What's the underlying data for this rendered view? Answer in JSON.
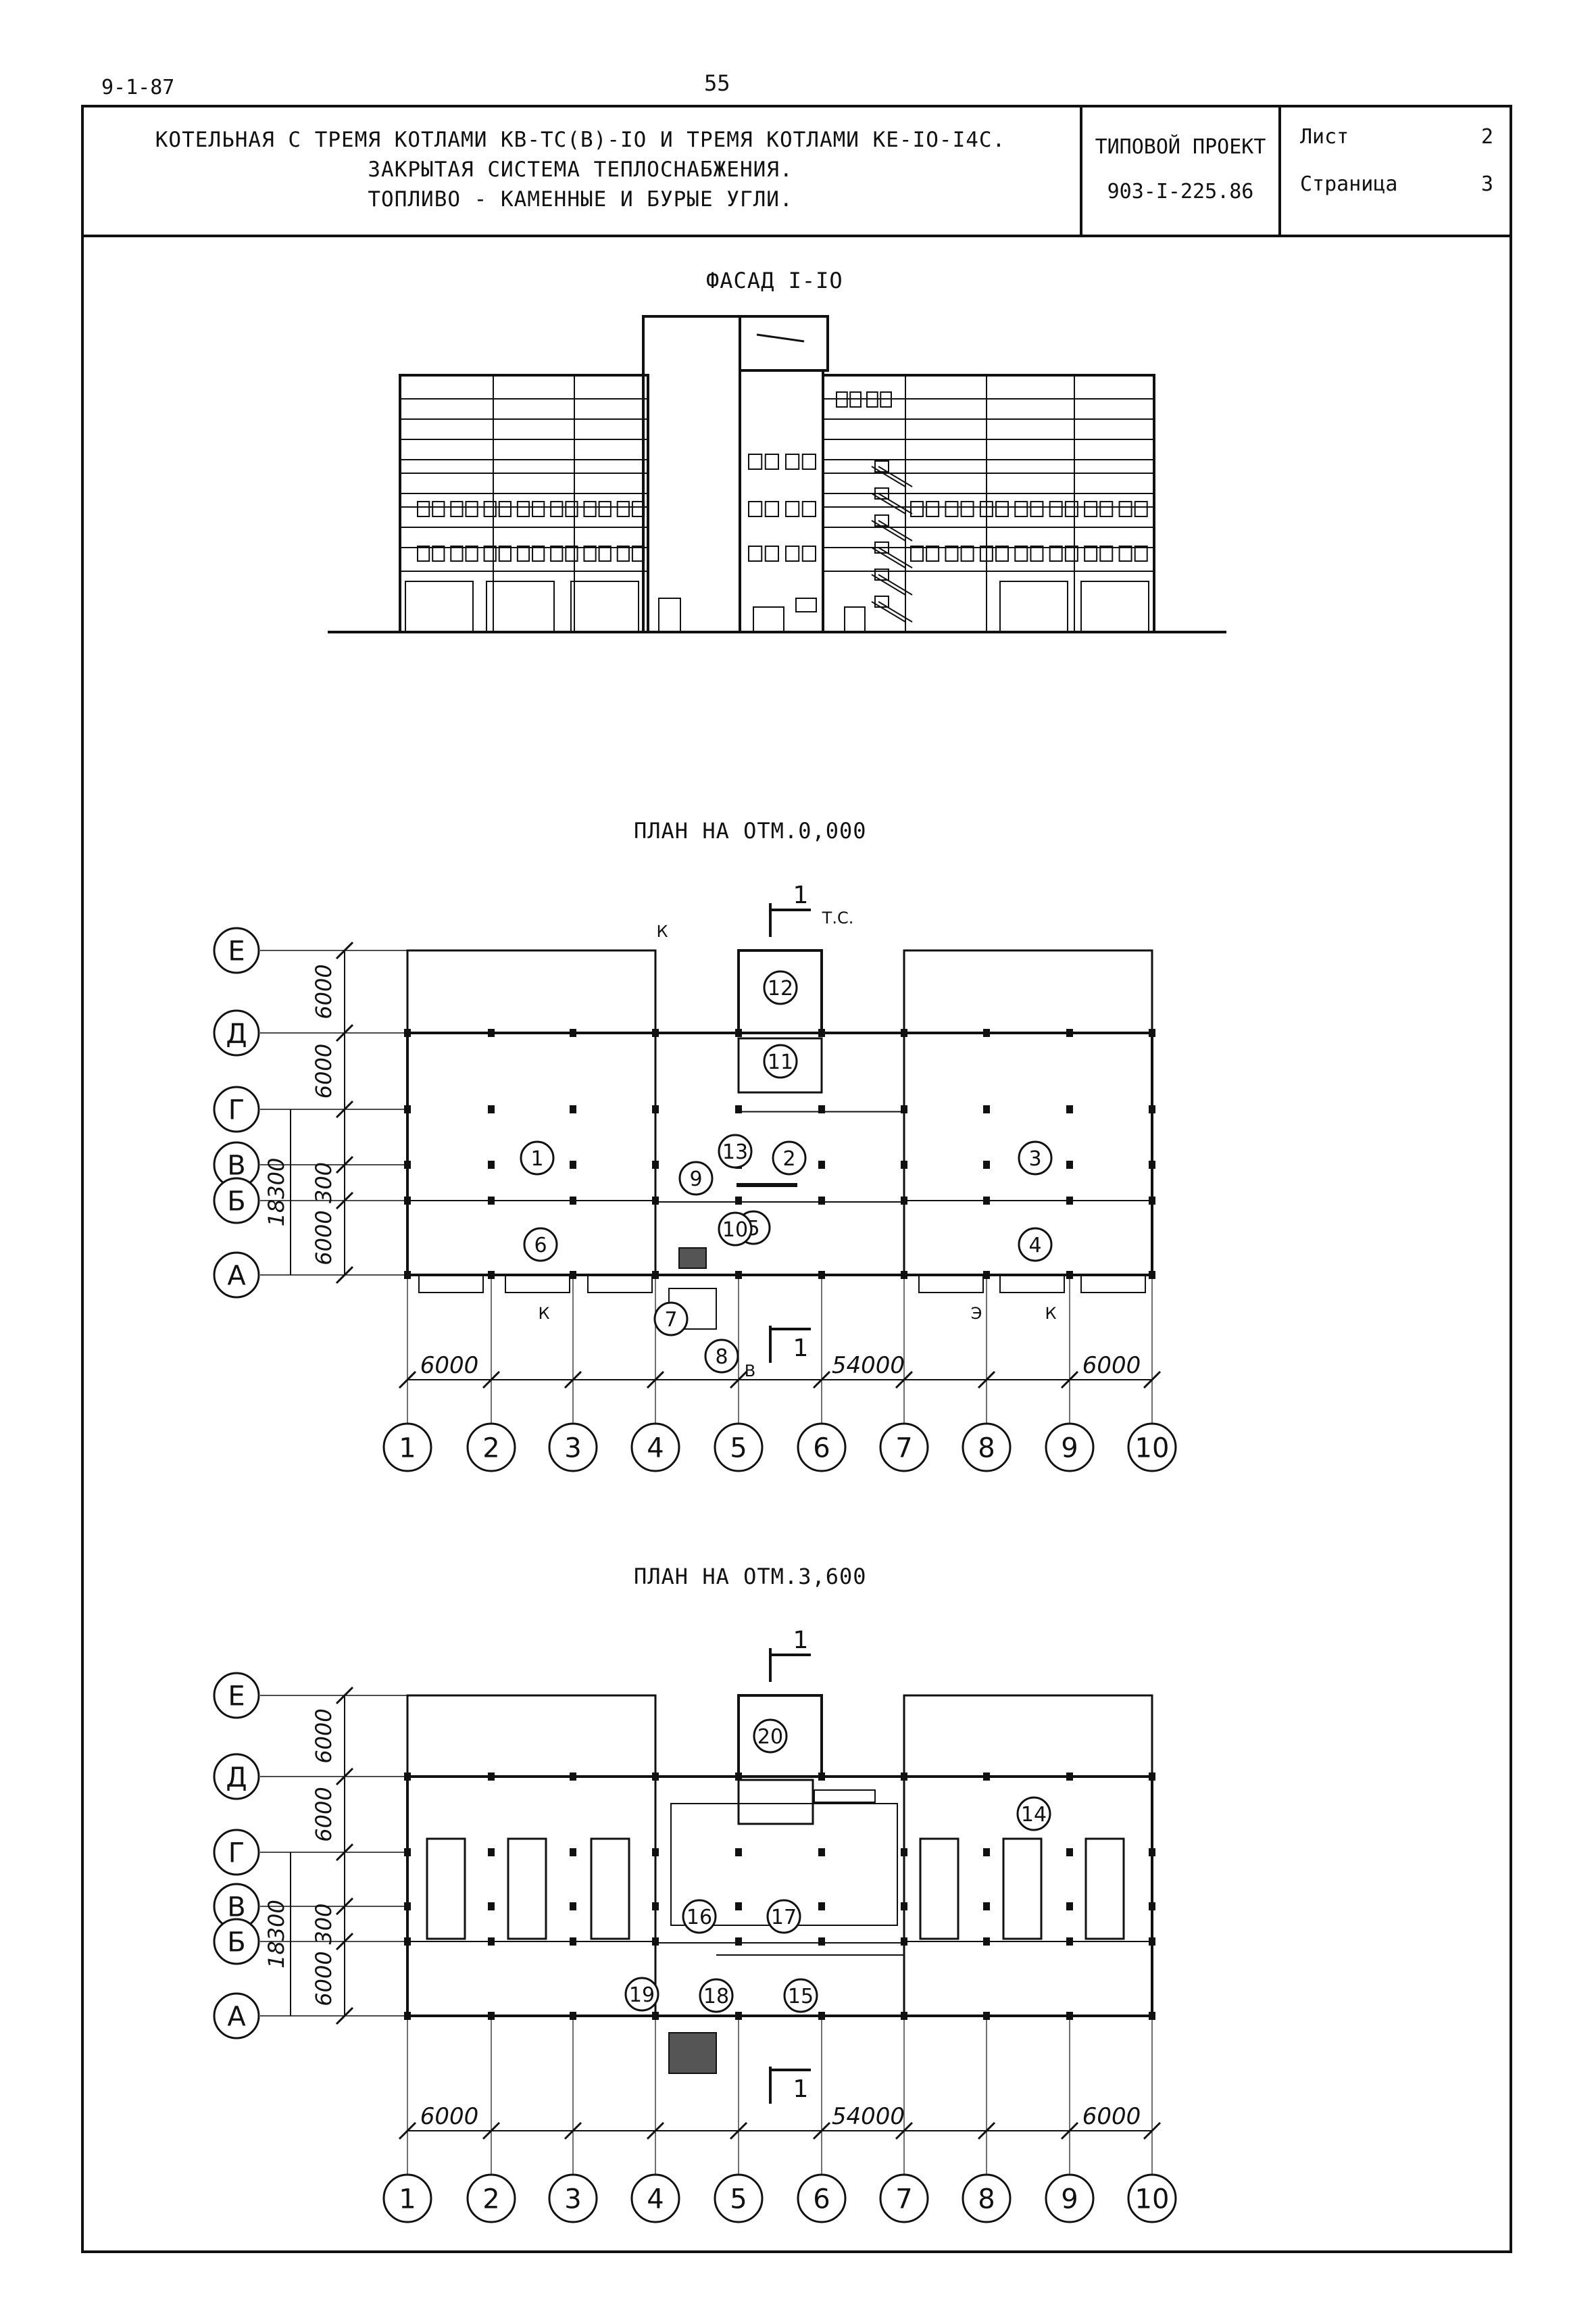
{
  "header": {
    "doc_code": "9-1-87",
    "page_number": "55"
  },
  "title_block": {
    "title_lines": [
      "КОТЕЛЬНАЯ С ТРЕМЯ КОТЛАМИ КВ-ТС(В)-IO И ТРЕМЯ КОТЛАМИ КЕ-IO-I4C.",
      "ЗАКРЫТАЯ СИСТЕМА ТЕПЛОСНАБЖЕНИЯ.",
      "ТОПЛИВО - КАМЕННЫЕ И БУРЫЕ УГЛИ."
    ],
    "project_label": "ТИПОВОЙ ПРОЕКТ",
    "project_code": "903-I-225.86",
    "sheet_label": "Лист",
    "sheet_value": "2",
    "page_label": "Страница",
    "page_value": "3"
  },
  "captions": {
    "facade": "ФАСАД I-IO",
    "plan1": "ПЛАН НА ОТМ.0,000",
    "plan2": "ПЛАН НА ОТМ.3,600"
  },
  "plan": {
    "row_axes": [
      "Е",
      "Д",
      "Г",
      "В",
      "Б",
      "А"
    ],
    "col_axes": [
      "1",
      "2",
      "3",
      "4",
      "5",
      "6",
      "7",
      "8",
      "9",
      "10"
    ],
    "dims_vertical": [
      "6000",
      "6000",
      "300",
      "6000"
    ],
    "dim_overall_vertical": "18300",
    "dim_bay": "6000",
    "dim_total": "54000",
    "section_mark": "1",
    "plan1_room_numbers": [
      "1",
      "2",
      "3",
      "4",
      "5",
      "6",
      "7",
      "8",
      "9",
      "10",
      "11",
      "12",
      "13"
    ],
    "plan2_room_numbers": [
      "14",
      "15",
      "16",
      "17",
      "18",
      "19",
      "20"
    ],
    "plan1_labels": {
      "k": "К",
      "ts": "Т.С.",
      "e": "Э",
      "v": "В"
    }
  }
}
